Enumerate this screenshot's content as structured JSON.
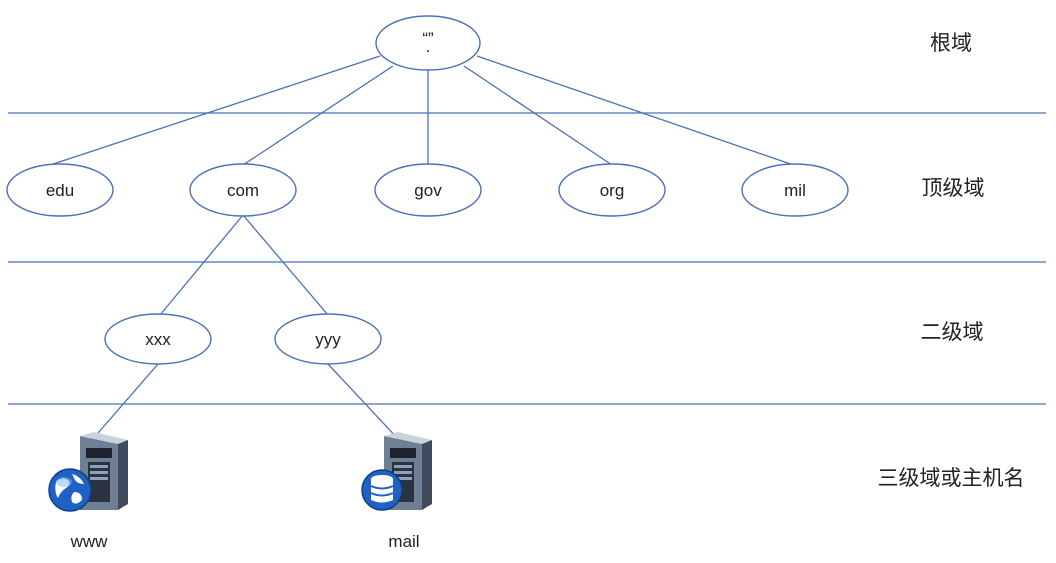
{
  "colors": {
    "line": "#4a72b8",
    "text": "#222222"
  },
  "root": {
    "label": "“”\n."
  },
  "levels": [
    "根域",
    "顶级域",
    "二级域",
    "三级域或主机名"
  ],
  "top_level_domains": [
    "edu",
    "com",
    "gov",
    "org",
    "mil"
  ],
  "second_level_domains": [
    "xxx",
    "yyy"
  ],
  "hosts": [
    {
      "label": "www",
      "icon": "web-server-icon"
    },
    {
      "label": "mail",
      "icon": "database-server-icon"
    }
  ]
}
